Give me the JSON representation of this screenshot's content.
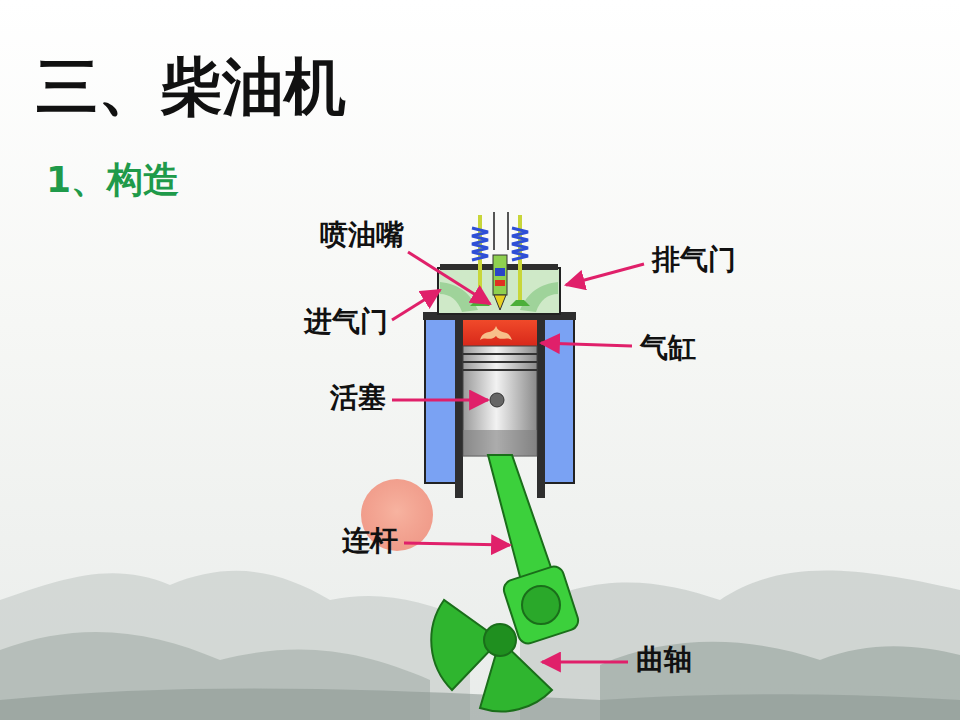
{
  "diagram": {
    "title": "三、柴油机",
    "labels": [
      "1、构造",
      "喷油嘴",
      "排气门",
      "进气门",
      "气缸",
      "活塞",
      "连杆",
      "曲轴"
    ]
  }
}
